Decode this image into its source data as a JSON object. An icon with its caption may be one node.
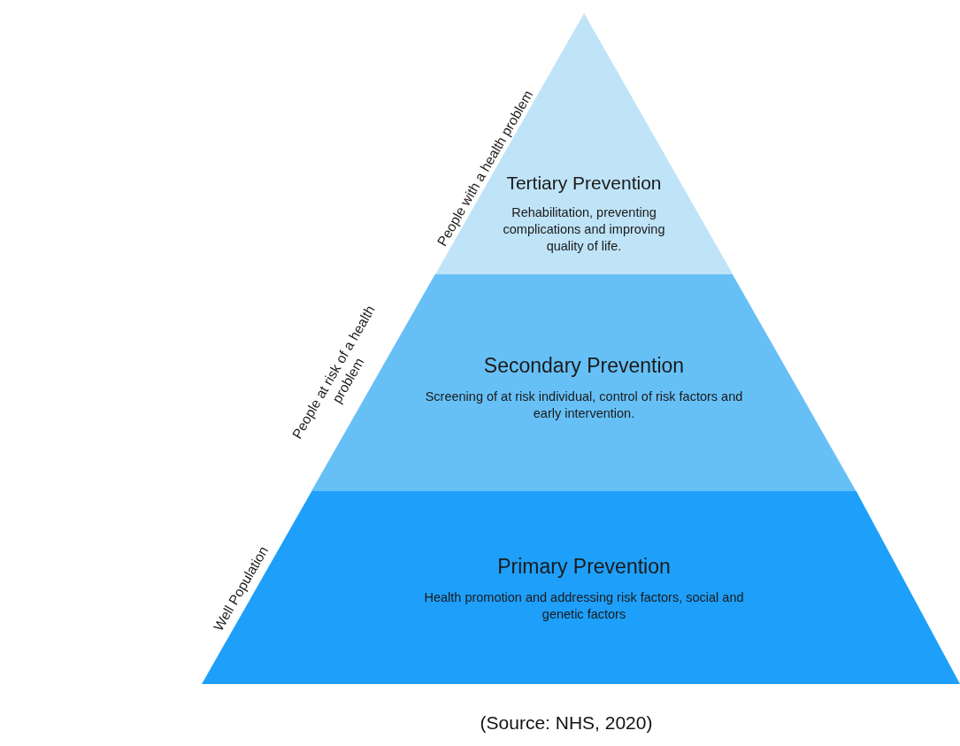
{
  "diagram": {
    "nodes": [
      {
        "text": [
          "Tertiary Prevention",
          "Rehabilitation, preventing complications and improving quality of life."
        ],
        "beside": [
          "People with a health problem"
        ]
      },
      {
        "text": [
          "Secondary Prevention",
          "Screening of at risk individual, control of risk factors and early intervention."
        ],
        "beside": [
          "People at risk of a health problem"
        ]
      },
      {
        "text": [
          "Primary Prevention",
          "Health promotion and addressing risk factors, social and genetic factors"
        ],
        "beside": [
          "Well Population"
        ]
      }
    ],
    "caption": "(Source: NHS, 2020)"
  }
}
